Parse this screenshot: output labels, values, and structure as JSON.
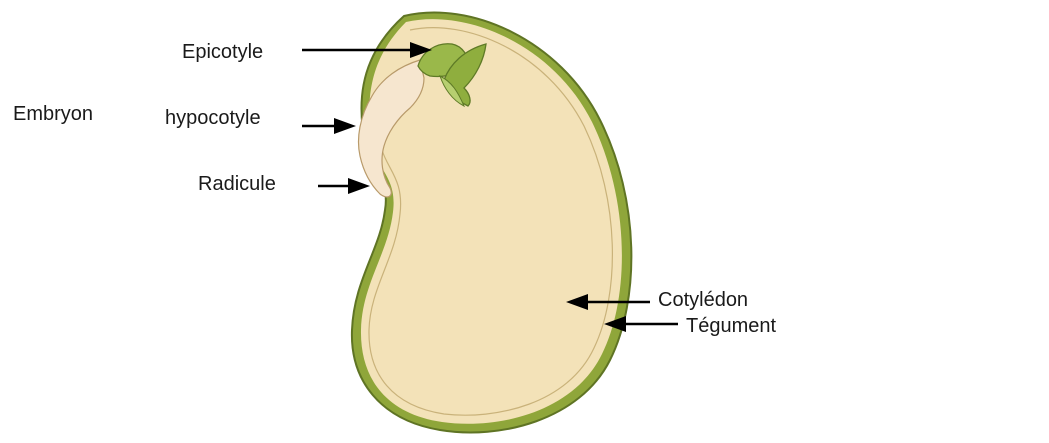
{
  "diagram": {
    "labels": {
      "embryon": "Embryon",
      "epicotyle": "Epicotyle",
      "hypocotyle": "hypocotyle",
      "radicule": "Radicule",
      "cotyledon": "Cotylédon",
      "tegument": "Tégument"
    },
    "colors": {
      "seed_fill": "#f3e2b8",
      "seed_coat": "#8fa63a",
      "seed_coat_dark": "#5f7424",
      "leaf": "#9ab84a",
      "leaf_dark": "#5e7a26",
      "embryo_axis": "#f6e6cf",
      "arrow": "#000000"
    }
  }
}
